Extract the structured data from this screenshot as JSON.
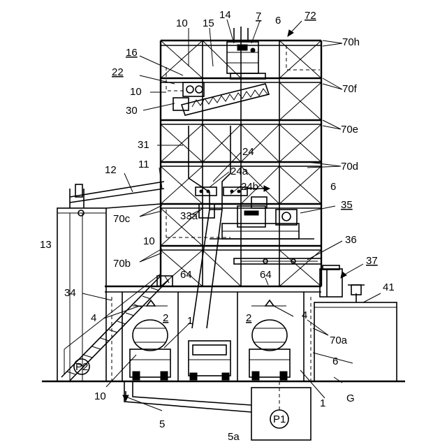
{
  "labels": {
    "n72": "72",
    "n70h": "70h",
    "n70f": "70f",
    "n70e": "70e",
    "n70d": "70d",
    "n70c": "70c",
    "n70b": "70b",
    "n70a": "70a",
    "n10a": "10",
    "n10b": "10",
    "n10c": "10",
    "n10d": "10",
    "n15": "15",
    "n14": "14",
    "n7": "7",
    "n6a": "6",
    "n6b": "6",
    "n6c": "6",
    "n16": "16",
    "n22": "22",
    "n30": "30",
    "n31": "31",
    "n24": "24",
    "n24a": "24a",
    "n24b": "24b",
    "n12": "12",
    "n11": "11",
    "n13": "13",
    "n33a": "33a",
    "n35": "35",
    "n36": "36",
    "n37": "37",
    "n41": "41",
    "n64a": "64",
    "n64b": "64",
    "n34": "34",
    "n4a": "4",
    "n4b": "4",
    "n2a": "2",
    "n2b": "2",
    "n1a": "1",
    "n1b": "1",
    "nP2": "P2",
    "nP1": "P1",
    "n5": "5",
    "n5a": "5a",
    "nG": "G"
  }
}
